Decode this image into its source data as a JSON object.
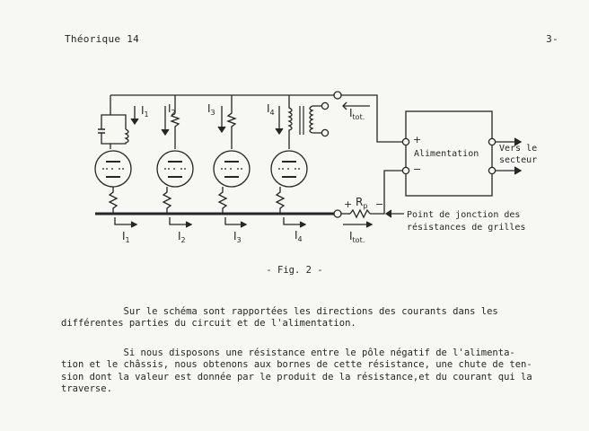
{
  "header": {
    "left": "Théorique 14",
    "right": "3-"
  },
  "figure": {
    "caption": "- Fig. 2 -",
    "labels": {
      "alimentation": "Alimentation",
      "vers_le": "Vers le",
      "secteur": "secteur",
      "plus": "+",
      "minus": "−",
      "plus_rp": "+",
      "rp": "R",
      "rp_sub": "p",
      "minus_rp": "−",
      "point_line1": "Point de jonction des",
      "point_line2": "résistances de grilles",
      "i1_top": "I",
      "i1_top_sub": "1",
      "i2_top": "I",
      "i2_top_sub": "2",
      "i3_top": "I",
      "i3_top_sub": "3",
      "i4_top": "I",
      "i4_top_sub": "4",
      "itot_top": "I",
      "itot_top_sub": "tot.",
      "i1_bot": "I",
      "i1_bot_sub": "1",
      "i2_bot": "I",
      "i2_bot_sub": "2",
      "i3_bot": "I",
      "i3_bot_sub": "3",
      "i4_bot": "I",
      "i4_bot_sub": "4",
      "itot_bot": "I",
      "itot_bot_sub": "tot."
    }
  },
  "paragraph1": {
    "line1": "           Sur le schéma sont rapportées les directions des courants dans les",
    "line2": "différentes parties du circuit et de l'alimentation."
  },
  "paragraph2": {
    "line1": "           Si nous disposons une résistance entre le pôle négatif de l'alimenta-",
    "line2": "tion et le châssis, nous obtenons aux bornes de cette résistance, une chute de ten-",
    "line3": "sion dont la valeur est donnée par le produit de la résistance,et du courant qui la",
    "line4": "traverse."
  }
}
